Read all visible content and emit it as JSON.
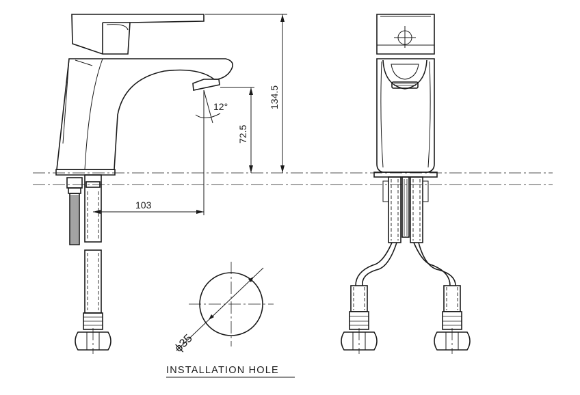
{
  "dimensions": {
    "overall_height": "134.5",
    "spout_height": "72.5",
    "spout_reach": "103",
    "spout_angle": "12°",
    "hole_diameter": "ϕ35"
  },
  "caption": "INSTALLATION HOLE"
}
